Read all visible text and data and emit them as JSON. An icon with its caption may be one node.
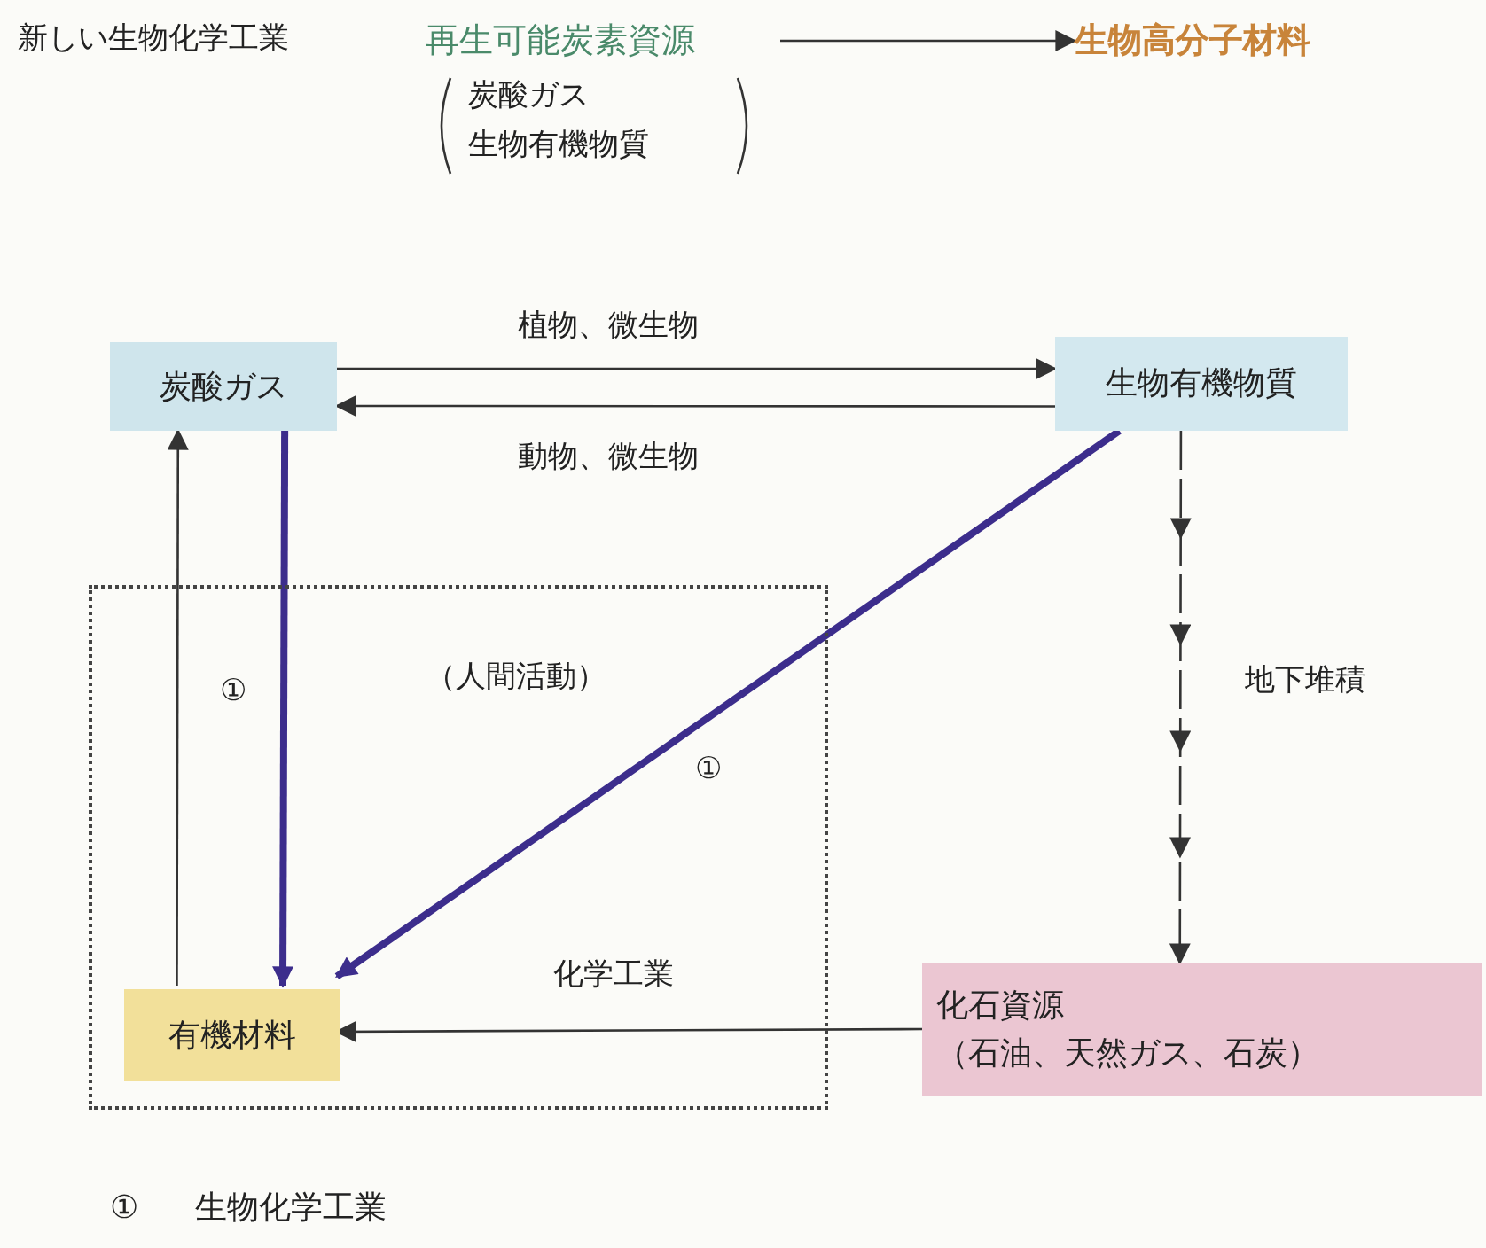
{
  "diagram": {
    "nodes": [
      {
        "text": [
          "再生可能炭素資源"
        ],
        "beside": [
          "炭酸ガス",
          "生物有機物質"
        ]
      },
      {
        "text": [
          "生物高分子材料"
        ]
      },
      {
        "text": [
          "炭酸ガス"
        ]
      },
      {
        "text": [
          "生物有機物質"
        ]
      },
      {
        "text": [
          "（人間活動）"
        ]
      },
      {
        "text": [
          "有機材料"
        ],
        "in": 4
      },
      {
        "text": [
          "化石資源",
          "（石油、天然ガス、石炭）"
        ]
      }
    ],
    "edges": [
      {
        "from": 0,
        "to": 1,
        "arrow": "to"
      },
      {
        "from": 2,
        "to": 3,
        "arrow": "to",
        "label": "植物、微生物"
      },
      {
        "from": 3,
        "to": 2,
        "arrow": "to",
        "label": "動物、微生物"
      },
      {
        "from": 5,
        "to": 2,
        "arrow": "to"
      },
      {
        "from": 2,
        "to": 5,
        "arrow": "to",
        "label": "①",
        "style": "thick",
        "color": "#3c2d8c"
      },
      {
        "from": 3,
        "to": 5,
        "arrow": "to",
        "label": "①",
        "style": "thick",
        "color": "#3c2d8c"
      },
      {
        "from": 3,
        "to": 6,
        "arrow": "to",
        "label": "地下堆積",
        "style": "dashed"
      },
      {
        "from": 6,
        "to": 5,
        "arrow": "to",
        "label": "化学工業"
      }
    ],
    "labels": [
      "新しい生物化学工業",
      "①",
      "生物化学工業"
    ]
  }
}
